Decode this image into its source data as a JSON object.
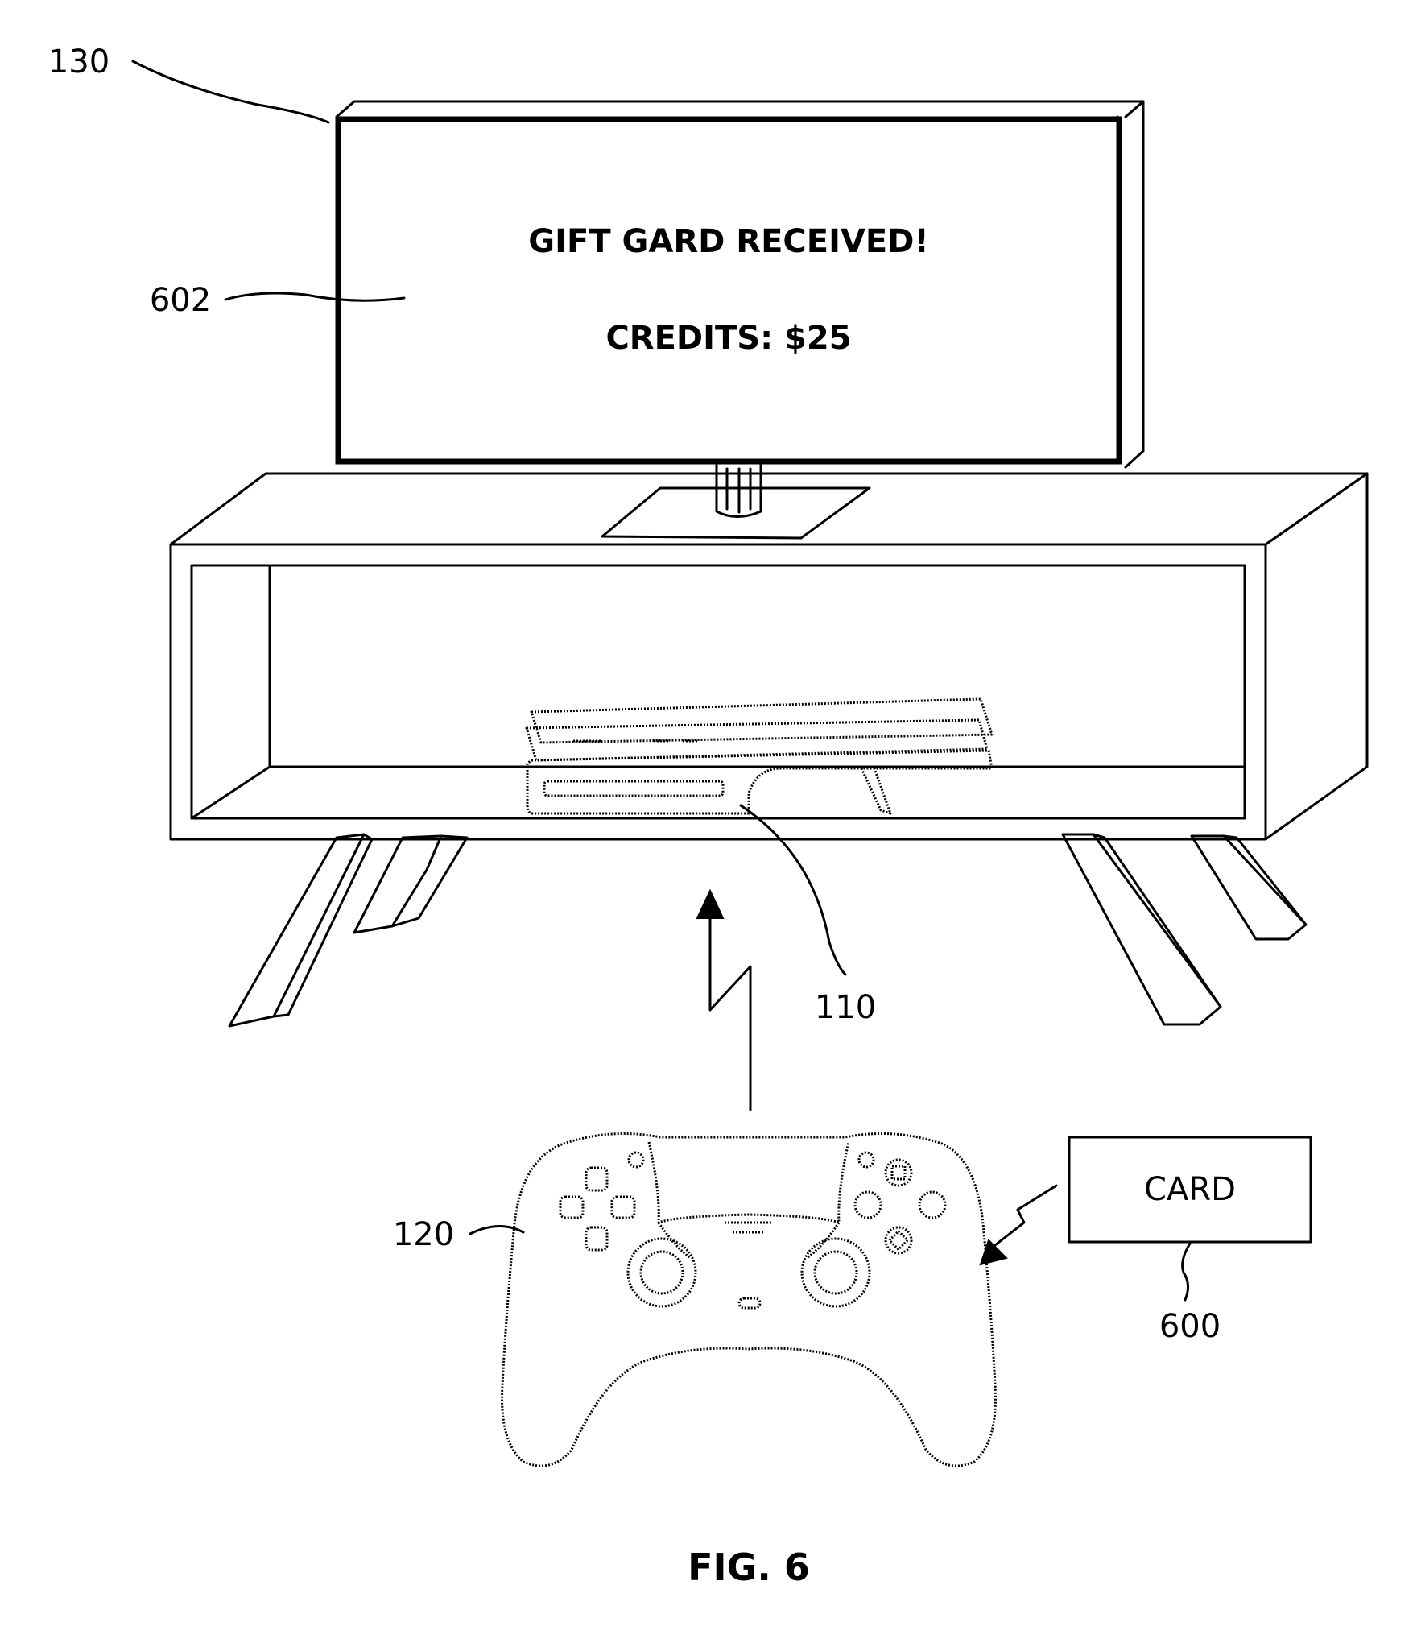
{
  "figure_label": "FIG. 6",
  "screen": {
    "line1": "GIFT GARD RECEIVED!",
    "line2": "CREDITS: $25"
  },
  "card": {
    "label": "CARD"
  },
  "reference_numerals": {
    "display_device": "130",
    "display_screen": "602",
    "console": "110",
    "controller": "120",
    "card": "600"
  }
}
